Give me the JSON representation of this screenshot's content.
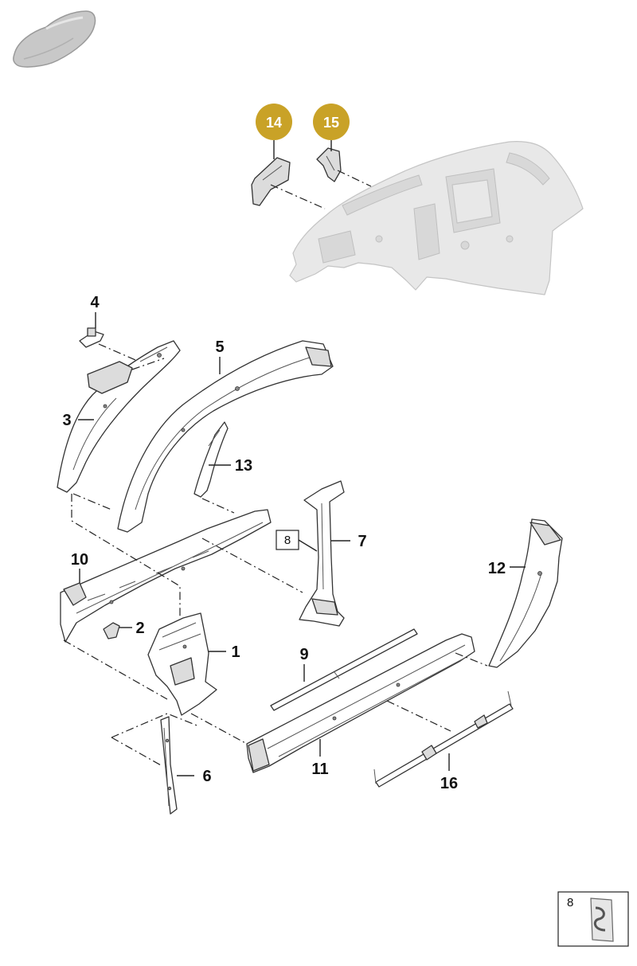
{
  "badges": [
    {
      "id": "14",
      "label": "14",
      "color": "#c9a227"
    },
    {
      "id": "15",
      "label": "15",
      "color": "#c9a227"
    }
  ],
  "callouts": {
    "p1": "1",
    "p2": "2",
    "p3": "3",
    "p4": "4",
    "p5": "5",
    "p6": "6",
    "p7": "7",
    "p9": "9",
    "p10": "10",
    "p11": "11",
    "p12": "12",
    "p13": "13",
    "p16": "16"
  },
  "ref_box": "8",
  "inset": {
    "label": "8"
  },
  "icons": {
    "car": "car-thumbnail-icon"
  }
}
